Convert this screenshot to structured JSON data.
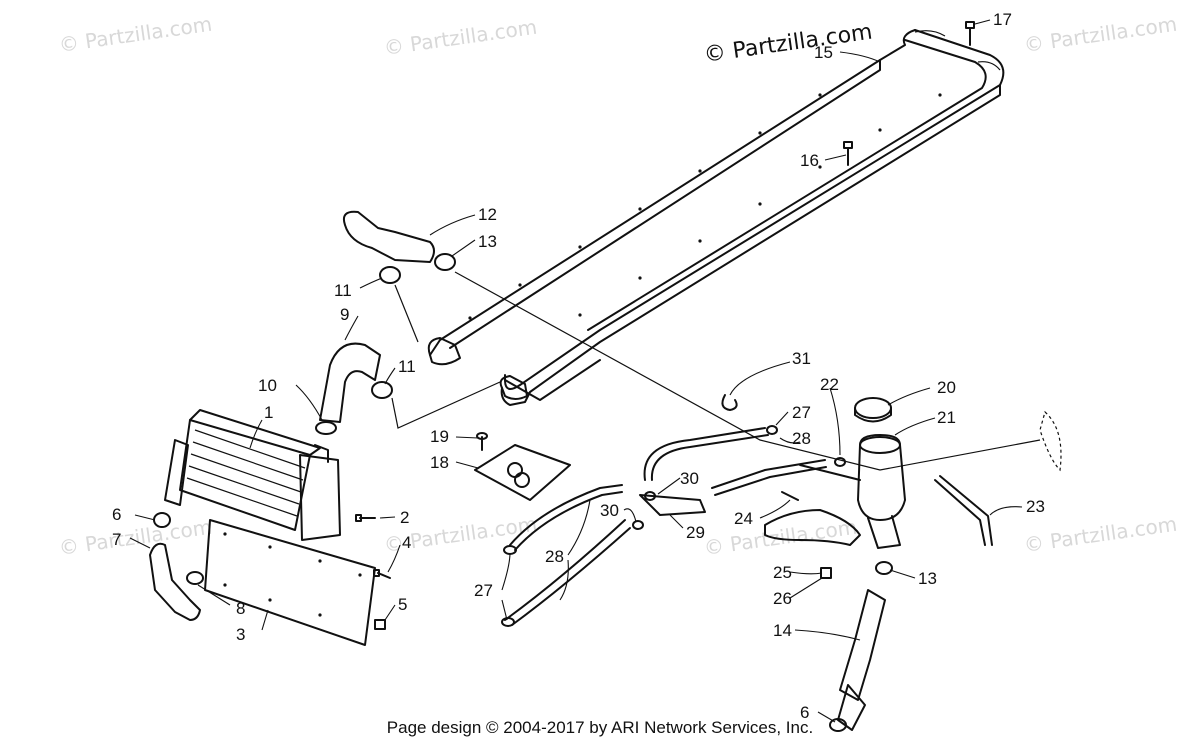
{
  "watermarks": {
    "main": "© Partzilla.com",
    "faint": "© Partzilla.com"
  },
  "callouts": {
    "n1": "1",
    "n2": "2",
    "n3": "3",
    "n4": "4",
    "n5": "5",
    "n6a": "6",
    "n6b": "6",
    "n7": "7",
    "n8": "8",
    "n9": "9",
    "n10": "10",
    "n11a": "11",
    "n11b": "11",
    "n12": "12",
    "n13a": "13",
    "n13b": "13",
    "n14": "14",
    "n15": "15",
    "n16": "16",
    "n17": "17",
    "n18": "18",
    "n19": "19",
    "n20": "20",
    "n21": "21",
    "n22": "22",
    "n23": "23",
    "n24": "24",
    "n25": "25",
    "n26": "26",
    "n27a": "27",
    "n27b": "27",
    "n28a": "28",
    "n28b": "28",
    "n29": "29",
    "n30a": "30",
    "n30b": "30",
    "n31": "31"
  },
  "footer": "Page design © 2004-2017 by ARI Network Services, Inc."
}
